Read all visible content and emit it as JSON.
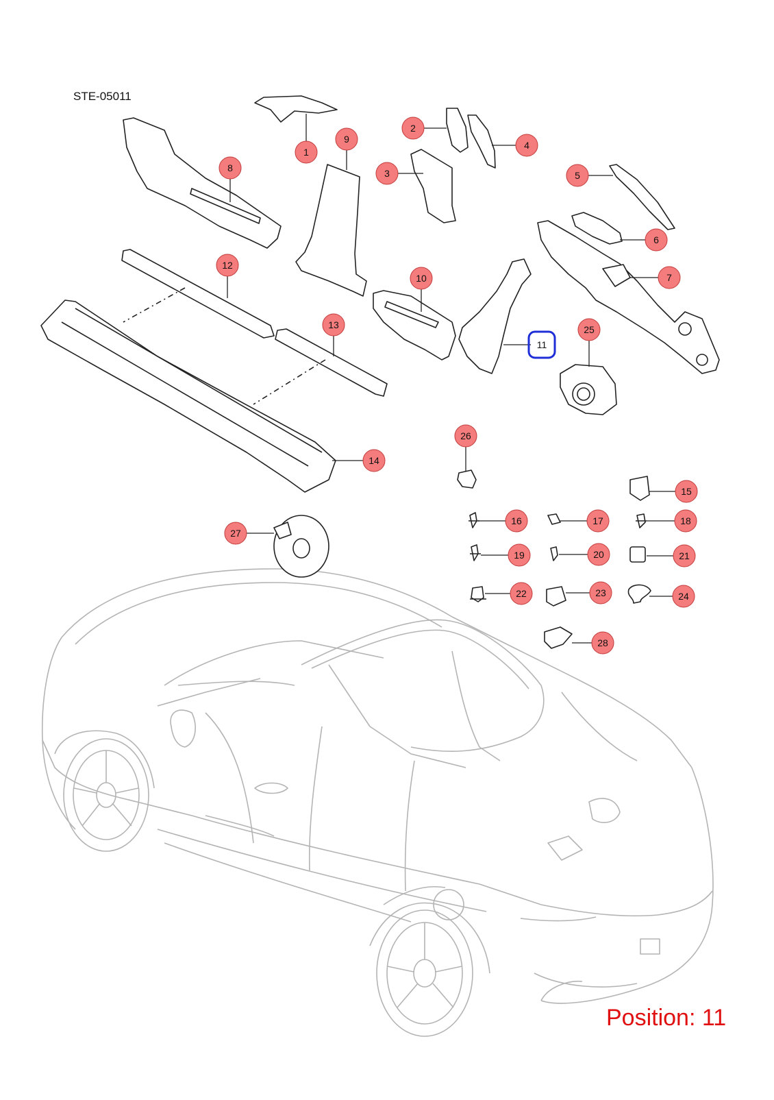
{
  "document_code": "STE-05011",
  "position_text": "Position: 11",
  "selected_callout": "11",
  "colors": {
    "callout_fill": "#f47c7c",
    "callout_stroke": "#c23b3b",
    "selected_stroke": "#1f2fd8",
    "position_text": "#e01010",
    "part_stroke": "#222222",
    "car_stroke": "#b4b4b4"
  },
  "callouts": [
    {
      "label": "1"
    },
    {
      "label": "2"
    },
    {
      "label": "3"
    },
    {
      "label": "4"
    },
    {
      "label": "5"
    },
    {
      "label": "6"
    },
    {
      "label": "7"
    },
    {
      "label": "8"
    },
    {
      "label": "9"
    },
    {
      "label": "10"
    },
    {
      "label": "11"
    },
    {
      "label": "12"
    },
    {
      "label": "13"
    },
    {
      "label": "14"
    },
    {
      "label": "15"
    },
    {
      "label": "16"
    },
    {
      "label": "17"
    },
    {
      "label": "18"
    },
    {
      "label": "19"
    },
    {
      "label": "20"
    },
    {
      "label": "21"
    },
    {
      "label": "22"
    },
    {
      "label": "23"
    },
    {
      "label": "24"
    },
    {
      "label": "25"
    },
    {
      "label": "26"
    },
    {
      "label": "27"
    },
    {
      "label": "28"
    }
  ]
}
